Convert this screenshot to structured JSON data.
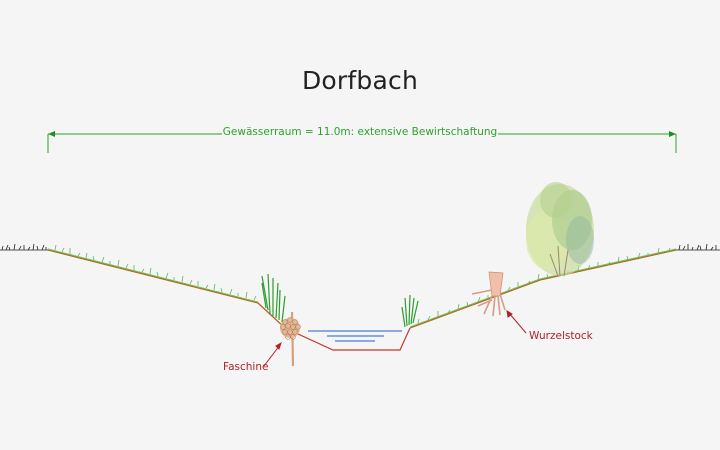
{
  "title": "Dorfbach",
  "dimension": {
    "label": "Gewässerraum  = 11.0m: extensive Bewirtschaftung",
    "color": "#2fa02f"
  },
  "annotations": [
    {
      "label": "Faschine",
      "color": "#b3202a"
    },
    {
      "label": "Wurzelstock",
      "color": "#b3202a"
    }
  ],
  "colors": {
    "background": "#f5f5f5",
    "grass": "#5cb85c",
    "ground_line": "#b5651d",
    "water": "#4a7fd4",
    "channel": "#c0392b",
    "reed": "#2e9e2e",
    "faschine": "#d9a98a",
    "rootstock": "#f0b8a0",
    "tree": "#a8c878"
  }
}
